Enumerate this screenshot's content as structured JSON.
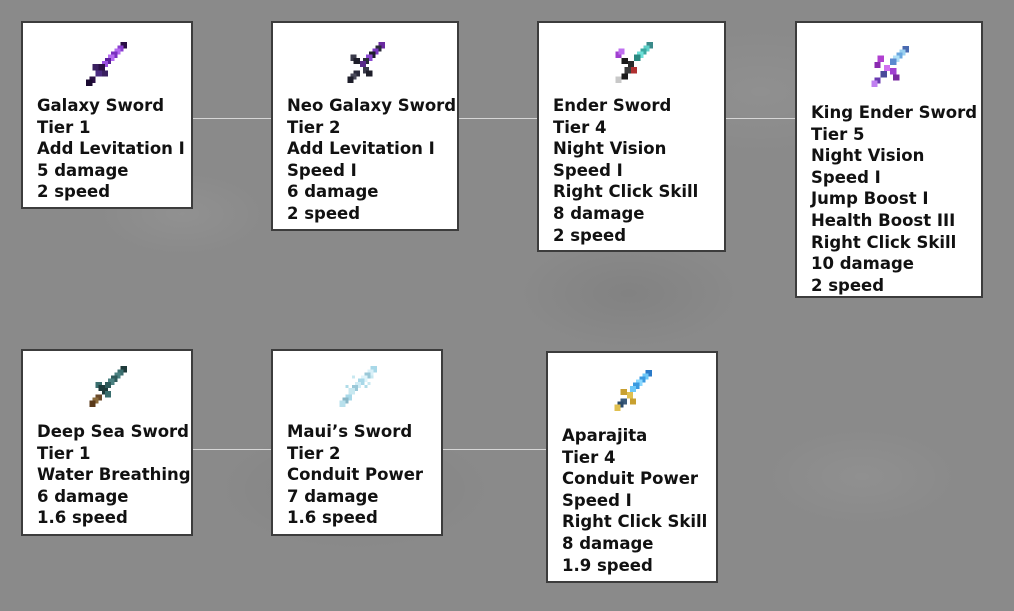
{
  "diagram": {
    "nodes": [
      {
        "id": "galaxy-sword",
        "name": "Galaxy Sword",
        "icon": "purple-galaxy-sword-icon",
        "lines": [
          "Tier 1",
          "Add Levitation I",
          "5 damage",
          "2 speed"
        ]
      },
      {
        "id": "neo-galaxy-sword",
        "name": "Neo Galaxy Sword",
        "icon": "dark-galaxy-sword-icon",
        "lines": [
          "Tier 2",
          "Add Levitation I",
          "Speed I",
          "6 damage",
          "2 speed"
        ]
      },
      {
        "id": "ender-sword",
        "name": "Ender Sword",
        "icon": "ender-sword-icon",
        "lines": [
          "Tier 4",
          "Night Vision",
          "Speed I",
          "Right Click Skill",
          "8 damage",
          "2 speed"
        ]
      },
      {
        "id": "king-ender-sword",
        "name": "King Ender Sword",
        "icon": "king-ender-sword-icon",
        "lines": [
          "Tier 5",
          "Night Vision",
          "Speed I",
          "Jump Boost I",
          "Health Boost III",
          "Right Click Skill",
          "10 damage",
          "2 speed"
        ]
      },
      {
        "id": "deep-sea-sword",
        "name": "Deep Sea Sword",
        "icon": "deep-sea-sword-icon",
        "lines": [
          "Tier 1",
          "Water Breathing",
          "6 damage",
          "1.6 speed"
        ]
      },
      {
        "id": "mauis-sword",
        "name": "Maui’s Sword",
        "icon": "ice-spear-sword-icon",
        "lines": [
          "Tier 2",
          "Conduit Power",
          "7 damage",
          "1.6 speed"
        ]
      },
      {
        "id": "aparajita",
        "name": "Aparajita",
        "icon": "aparajita-sword-icon",
        "lines": [
          "Tier 4",
          "Conduit Power",
          "Speed I",
          "Right Click Skill",
          "8 damage",
          "1.9 speed"
        ]
      }
    ],
    "edges": [
      {
        "from": "galaxy-sword",
        "to": "neo-galaxy-sword"
      },
      {
        "from": "neo-galaxy-sword",
        "to": "ender-sword"
      },
      {
        "from": "ender-sword",
        "to": "king-ender-sword"
      },
      {
        "from": "deep-sea-sword",
        "to": "mauis-sword"
      },
      {
        "from": "mauis-sword",
        "to": "aparajita"
      }
    ]
  },
  "colors": {
    "background": "#8a8a8a",
    "card_background": "#ffffff",
    "card_border": "#3c3c3c",
    "connector": "#d6d6d6",
    "text": "#111111"
  }
}
